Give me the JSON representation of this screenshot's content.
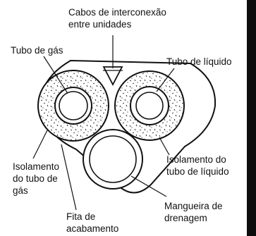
{
  "labels": {
    "cables_line1": "Cabos de interconexão",
    "cables_line2": "entre unidades",
    "gas_tube": "Tubo de gás",
    "liquid_tube": "Tubo de líquido",
    "gas_insulation_line1": "Isolamento",
    "gas_insulation_line2": "do tubo de",
    "gas_insulation_line3": "gás",
    "liquid_insulation_line1": "Isolamento do",
    "liquid_insulation_line2": "tubo de líquido",
    "finishing_tape_line1": "Fita de",
    "finishing_tape_line2": "acabamento",
    "drain_hose_line1": "Mangueira de",
    "drain_hose_line2": "drenagem"
  }
}
